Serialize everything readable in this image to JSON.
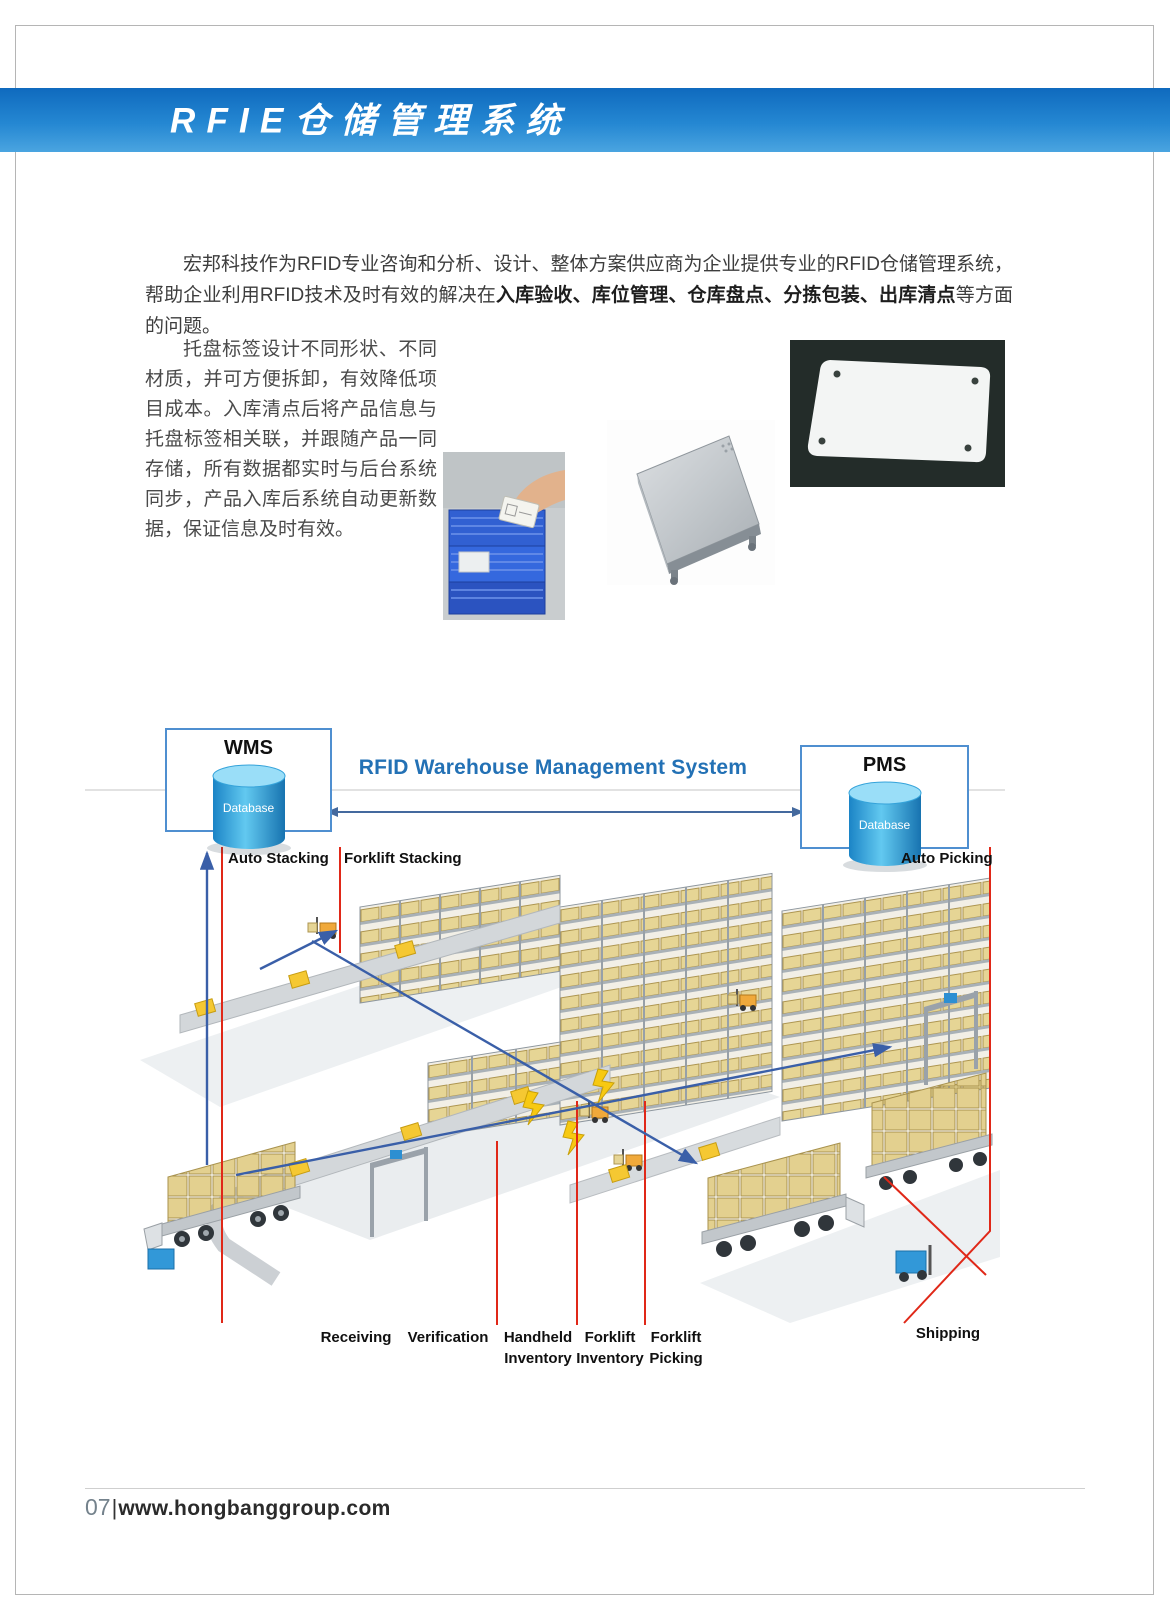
{
  "header": {
    "title": "RFIE仓储管理系统"
  },
  "intro": {
    "part1": "宏邦科技作为RFID专业咨询和分析、设计、整体方案供应商为企业提供专业的RFID仓储管理系统，帮助企业利用RFID技术及时有效的解决在",
    "part2_bold": "入库验收、库位管理、仓库盘点、分拣包装、出库清点",
    "part3": "等方面的问题。"
  },
  "pallet_text": "托盘标签设计不同形状、不同材质，并可方便拆卸，有效降低项目成本。入库清点后将产品信息与托盘标签相关联，并跟随产品一同存储，所有数据都实时与后台系统同步，产品入库后系统自动更新数据，保证信息及时有效。",
  "diagram": {
    "title": "RFID Warehouse Management System",
    "wms": {
      "label": "WMS",
      "db_label": "Database"
    },
    "pms": {
      "label": "PMS",
      "db_label": "Database"
    },
    "labels_top": [
      {
        "text": "Auto Stacking"
      },
      {
        "text": "Forklift Stacking"
      },
      {
        "text": "Auto Picking"
      }
    ],
    "labels_bottom": [
      {
        "l1": "Receiving",
        "l2": ""
      },
      {
        "l1": "Verification",
        "l2": ""
      },
      {
        "l1": "Handheld",
        "l2": "Inventory"
      },
      {
        "l1": "Forklift",
        "l2": "Inventory"
      },
      {
        "l1": "Forklift",
        "l2": "Picking"
      },
      {
        "l1": "Shipping",
        "l2": ""
      }
    ]
  },
  "footer": {
    "page_number": "07",
    "divider": "|",
    "url": "www.hongbanggroup.com"
  }
}
